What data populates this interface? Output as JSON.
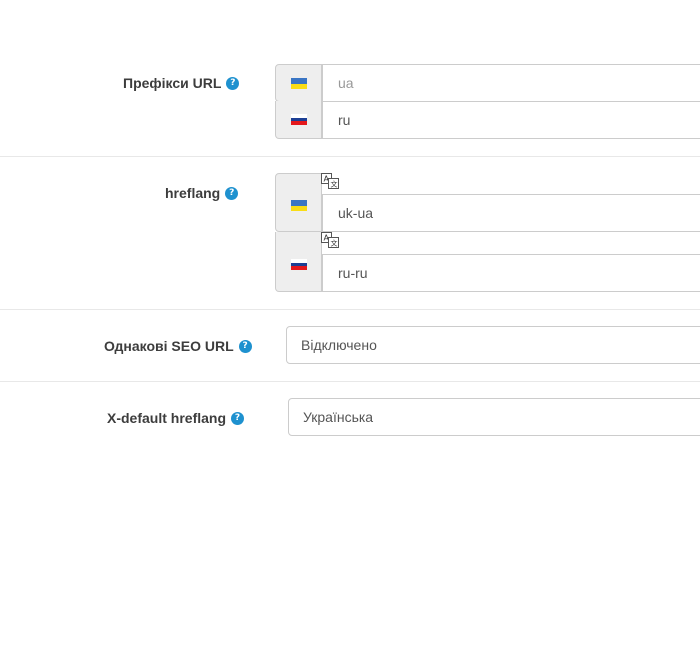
{
  "fields": {
    "url_prefix": {
      "label": "Префікси URL",
      "inputs": [
        {
          "lang": "uk",
          "value": "",
          "placeholder": "ua",
          "flag": "flag-ua-icon"
        },
        {
          "lang": "ru",
          "value": "ru",
          "placeholder": "",
          "flag": "flag-ru-icon"
        }
      ]
    },
    "hreflang": {
      "label": "hreflang",
      "inputs": [
        {
          "lang": "uk",
          "value": "uk-ua",
          "flag": "flag-ua-icon",
          "extra_icon": "translate-icon"
        },
        {
          "lang": "ru",
          "value": "ru-ru",
          "flag": "flag-ru-icon",
          "extra_icon": "translate-icon"
        }
      ]
    },
    "same_seo_url": {
      "label": "Однакові SEO URL",
      "selected": "Відключено"
    },
    "x_default_hreflang": {
      "label": "X-default hreflang",
      "selected": "Українська"
    }
  },
  "help_icon": "?",
  "colors": {
    "help_icon": "#1e91cf",
    "addon_bg": "#eeeeee",
    "border": "#cccccc",
    "flag_ua_top": "#3a75c4",
    "flag_ua_bottom": "#f9dd16",
    "flag_ru_top": "#ffffff",
    "flag_ru_mid": "#1c3f94",
    "flag_ru_bottom": "#e4181c"
  }
}
